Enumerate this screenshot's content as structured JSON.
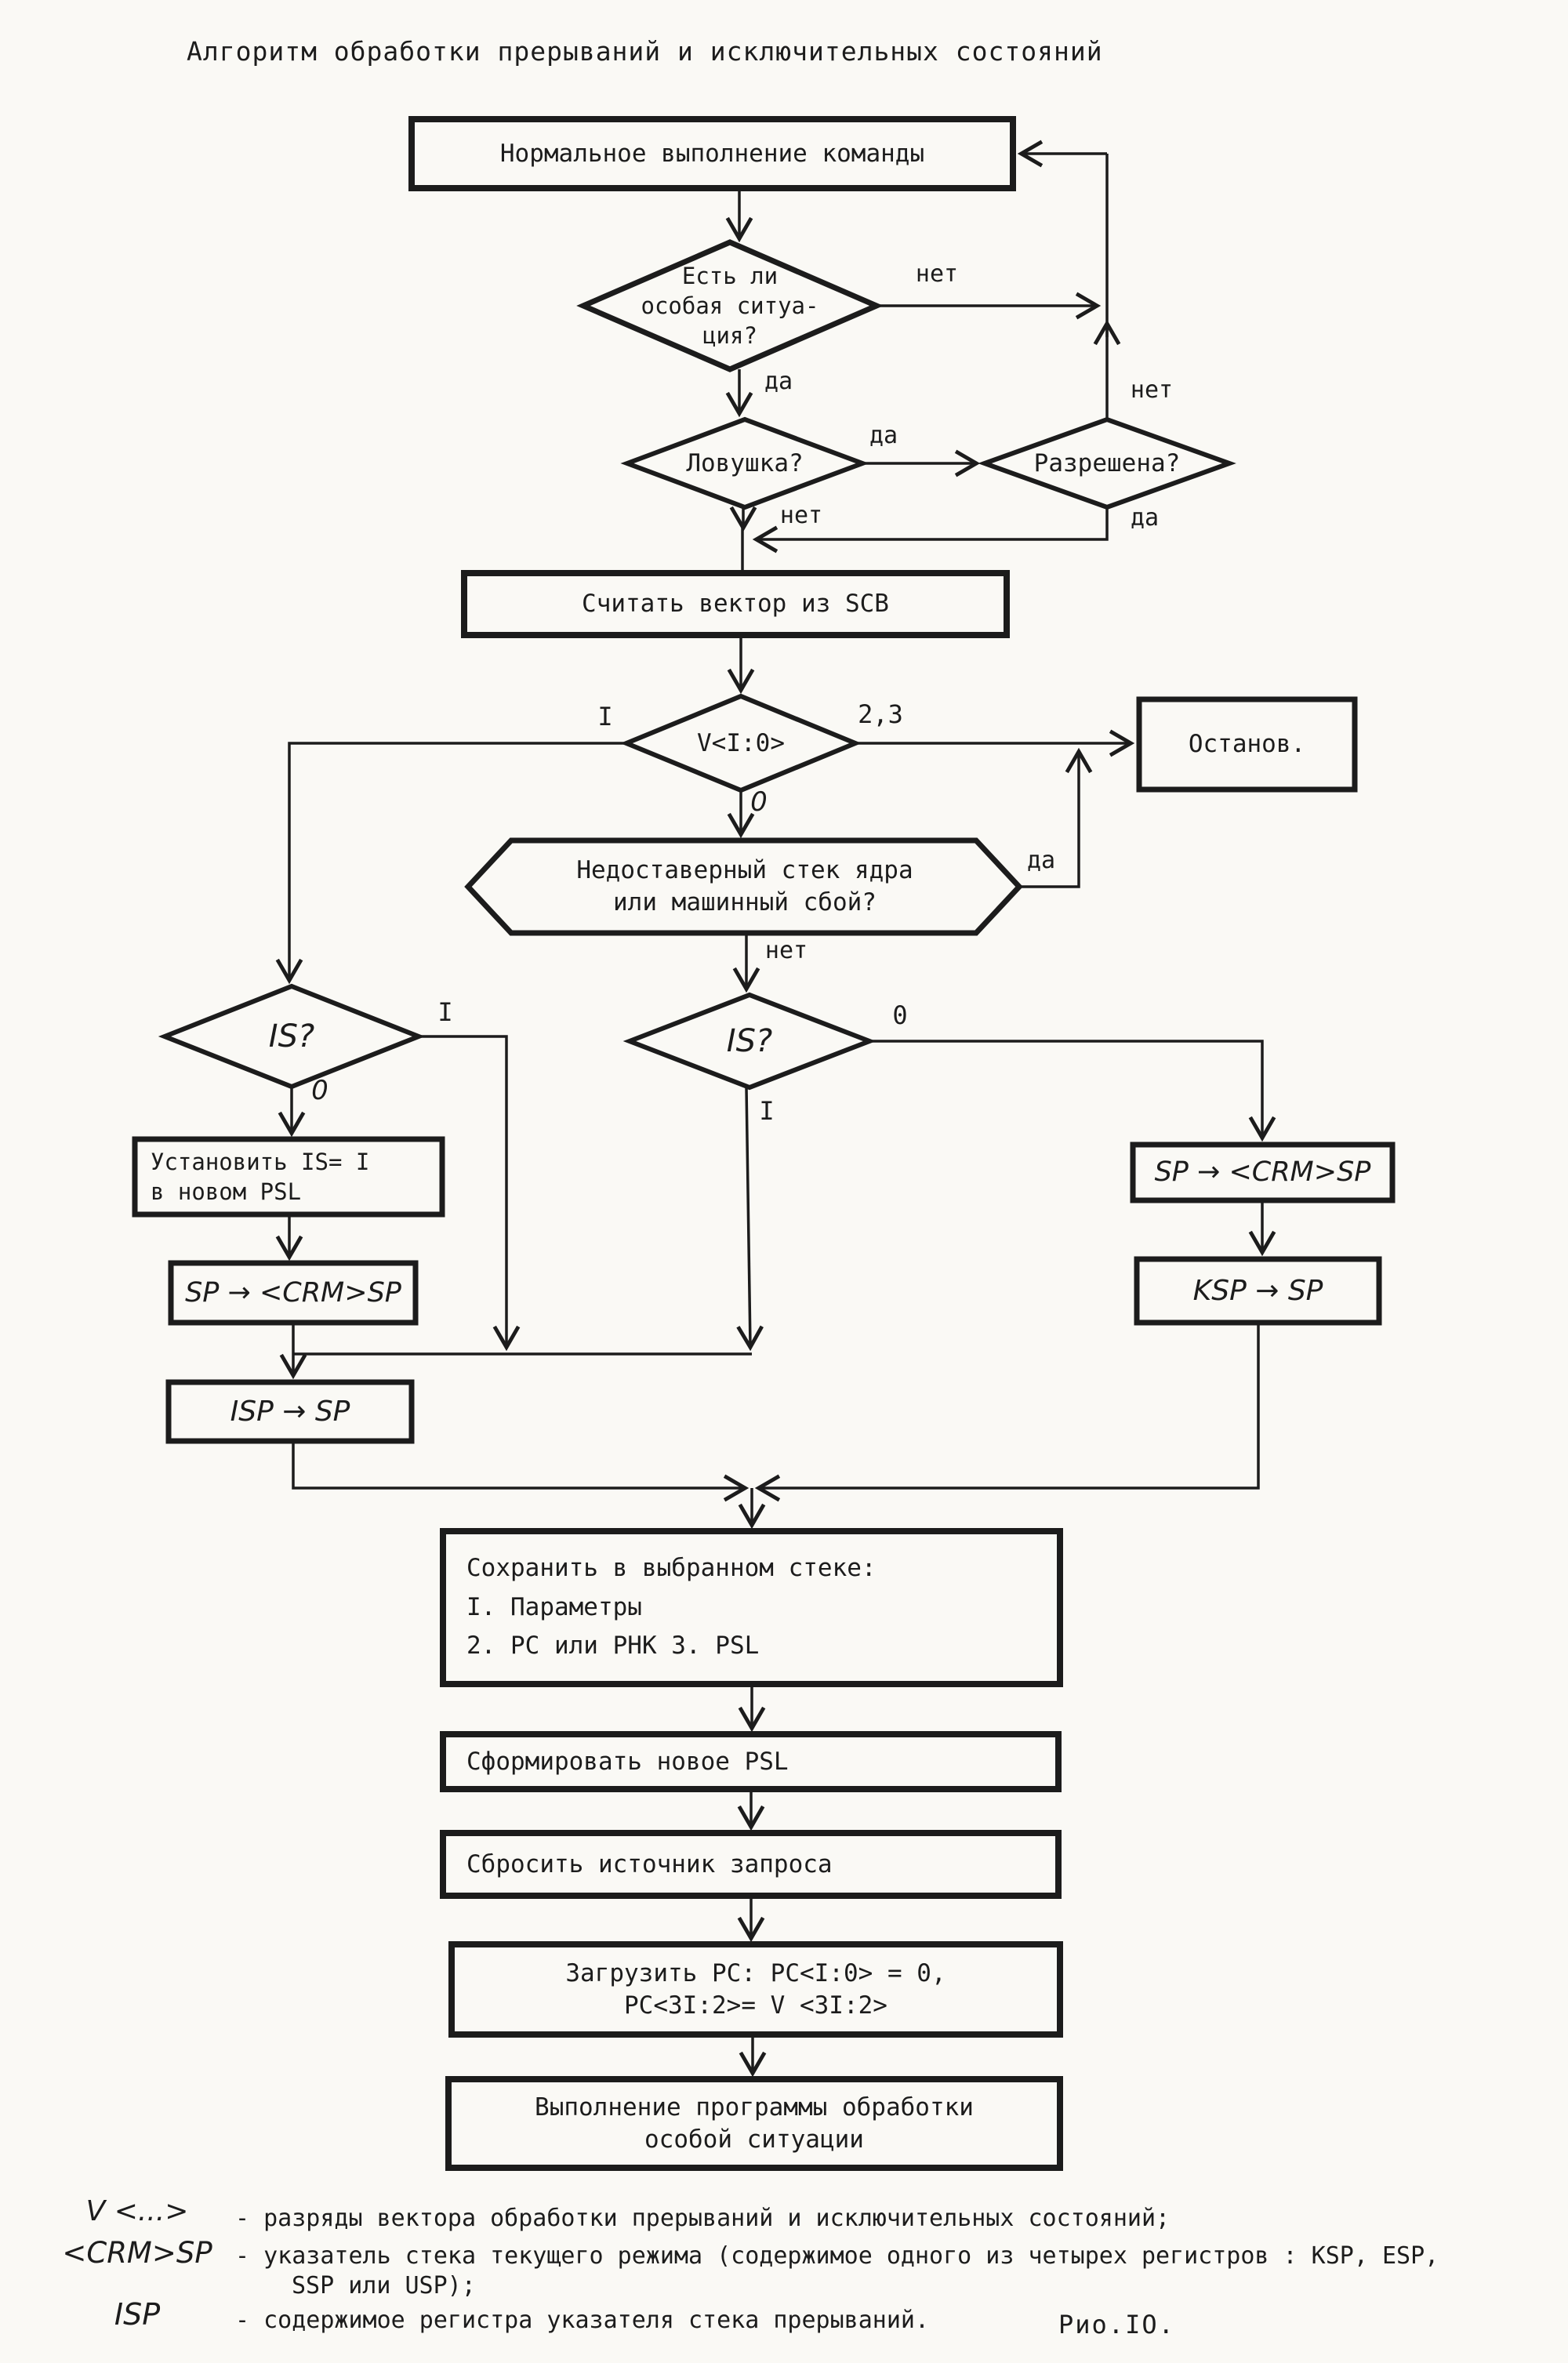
{
  "title": "Алгоритм обработки прерываний и исключительных состояний",
  "nodes": {
    "normal": "Нормальное выполнение команды",
    "exception": "Есть ли\nособая ситуа-\nция?",
    "trap": "Ловушка?",
    "enabled": "Разрешена?",
    "read_vector": "Считать вектор из SCB",
    "v_field": "V<I:0>",
    "halt": "Останов.",
    "kernel_stack": "Недоставерный стек ядра\nили машинный сбой?",
    "is_left": "IS?",
    "is_right": "IS?",
    "set_is": "Установить IS= I\nв новом  PSL",
    "sp_to_crm_left": "SP → <CRM>SP",
    "isp_to_sp": "ISP → SP",
    "sp_to_crm_right": "SP → <CRM>SP",
    "ksp_to_sp": "KSP → SP",
    "save_stack": "Сохранить в выбранном стеке:\nI. Параметры\n2. PC или РНК   3. PSL",
    "form_psl": "Сформировать новое  PSL",
    "clear_source": "Сбросить источник запроса",
    "load_pc": "Загрузить PC: PC<I:0> = 0,\nPC<3I:2>= V <3I:2>",
    "run_handler": "Выполнение программы обработки\nособой ситуации"
  },
  "edge_labels": {
    "exception_no": "нет",
    "exception_yes": "да",
    "trap_yes": "да",
    "trap_no": "нет",
    "enabled_no": "нет",
    "enabled_yes": "да",
    "v_1": "I",
    "v_23": "2,3",
    "v_0": "0",
    "kernel_yes": "да",
    "kernel_no": "нет",
    "is_left_1": "I",
    "is_left_0": "0",
    "is_right_0": "0",
    "is_right_1": "I"
  },
  "legend": {
    "rows": [
      {
        "symbol": "V <...>",
        "text": "- разряды вектора обработки прерываний и исключительных состояний;"
      },
      {
        "symbol": "<CRM>SP",
        "text": "- указатель стека текущего режима (содержимое одного из четырех регистров : KSP, ESP,",
        "text2": "SSP или USP);"
      },
      {
        "symbol": "ISP",
        "text": "- содержимое регистра указателя стека прерываний."
      }
    ],
    "caption": "Рио.IO."
  }
}
